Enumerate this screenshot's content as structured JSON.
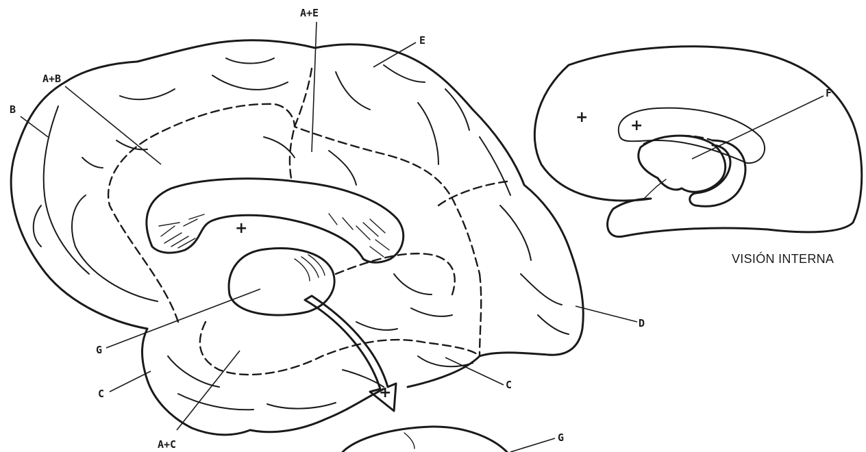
{
  "labels": {
    "a_e": "A+E",
    "e": "E",
    "a_b": "A+B",
    "b": "B",
    "f": "F",
    "d": "D",
    "g_left": "G",
    "c_left": "C",
    "c_right": "C",
    "a_c": "A+C",
    "g_bottom": "G"
  },
  "caption": "VISIÓN INTERNA",
  "markers": {
    "plus": "+"
  },
  "colors": {
    "ink": "#1a1a1a",
    "paper": "#ffffff"
  }
}
